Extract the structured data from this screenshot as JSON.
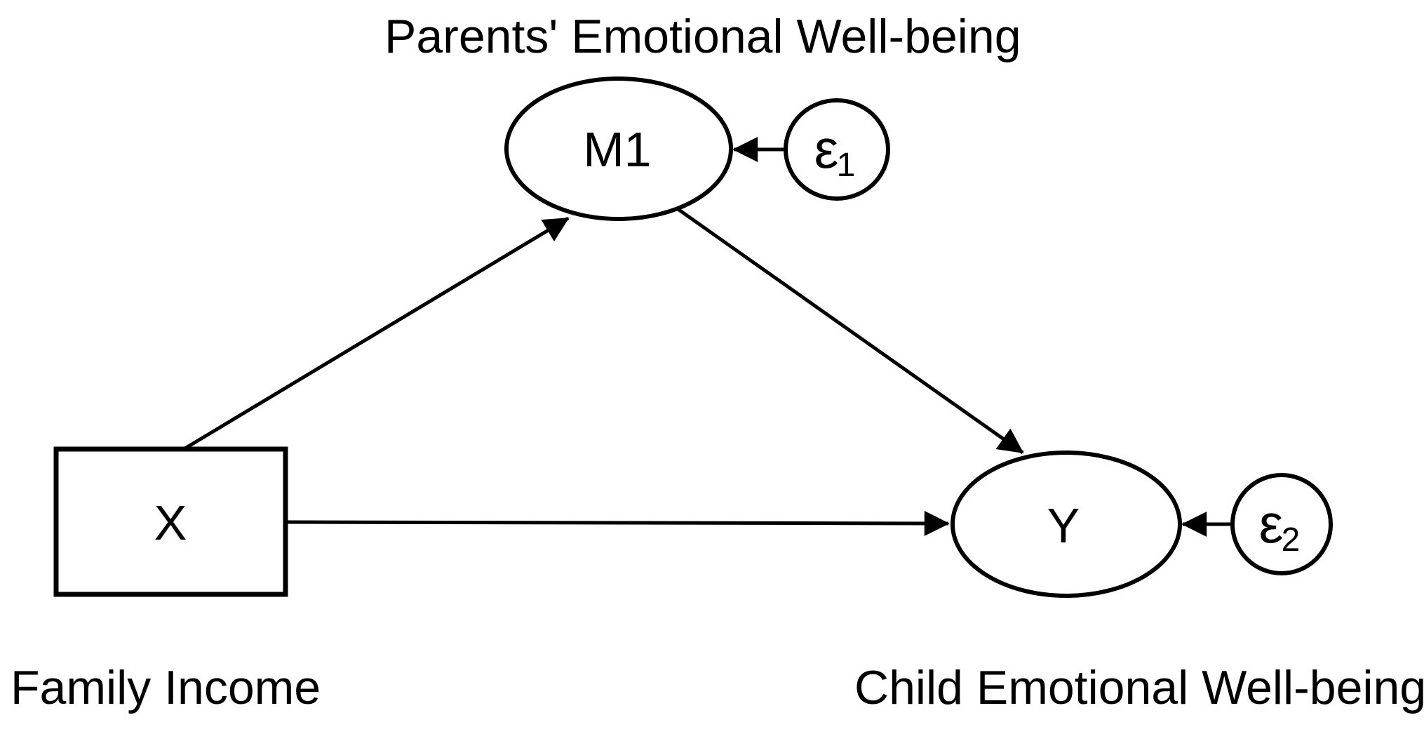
{
  "diagram": {
    "type": "mediation-path-model",
    "background": "#ffffff",
    "stroke_color": "#000000",
    "text_color": "#000000",
    "nodes": {
      "x": {
        "label": "X",
        "caption": "Family Income",
        "shape": "rectangle"
      },
      "m1": {
        "label": "M1",
        "caption": "Parents' Emotional Well-being",
        "shape": "ellipse"
      },
      "y": {
        "label": "Y",
        "caption": "Child Emotional Well-being",
        "shape": "ellipse"
      },
      "e1": {
        "symbol": "ε",
        "subscript": "1",
        "shape": "circle"
      },
      "e2": {
        "symbol": "ε",
        "subscript": "2",
        "shape": "circle"
      }
    },
    "edges": [
      {
        "from": "X",
        "to": "M1"
      },
      {
        "from": "M1",
        "to": "Y"
      },
      {
        "from": "X",
        "to": "Y"
      },
      {
        "from": "ε1",
        "to": "M1"
      },
      {
        "from": "ε2",
        "to": "Y"
      }
    ]
  }
}
